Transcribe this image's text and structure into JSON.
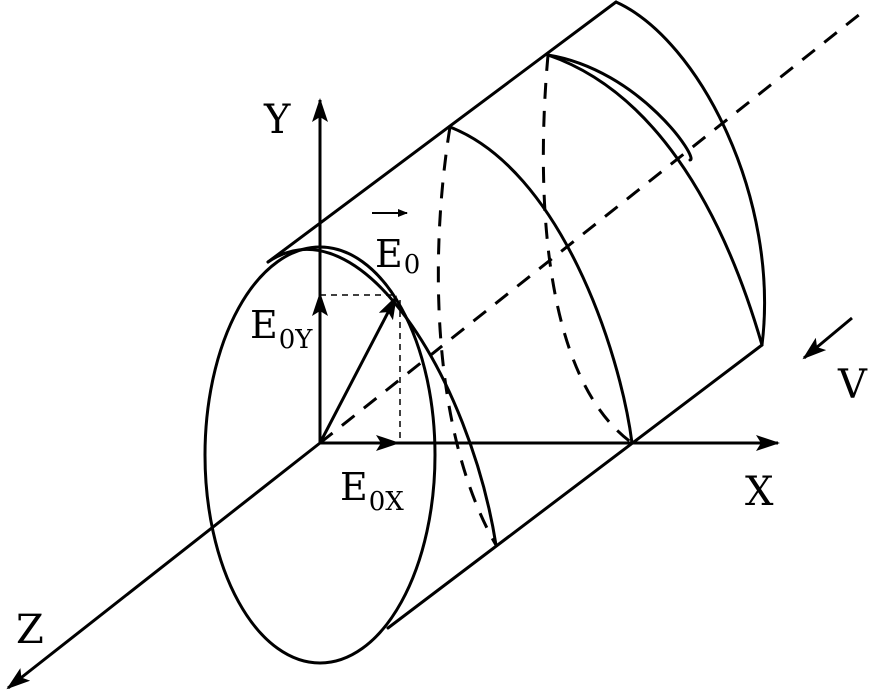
{
  "labels": {
    "y_axis": "Y",
    "x_axis": "X",
    "z_axis": "Z",
    "velocity": "V",
    "field_main": "E",
    "field_main_sub": "0",
    "field_y": "E",
    "field_y_sub": "0Y",
    "field_x": "E",
    "field_x_sub": "0X"
  },
  "colors": {
    "stroke": "#000000",
    "background": "#ffffff"
  }
}
